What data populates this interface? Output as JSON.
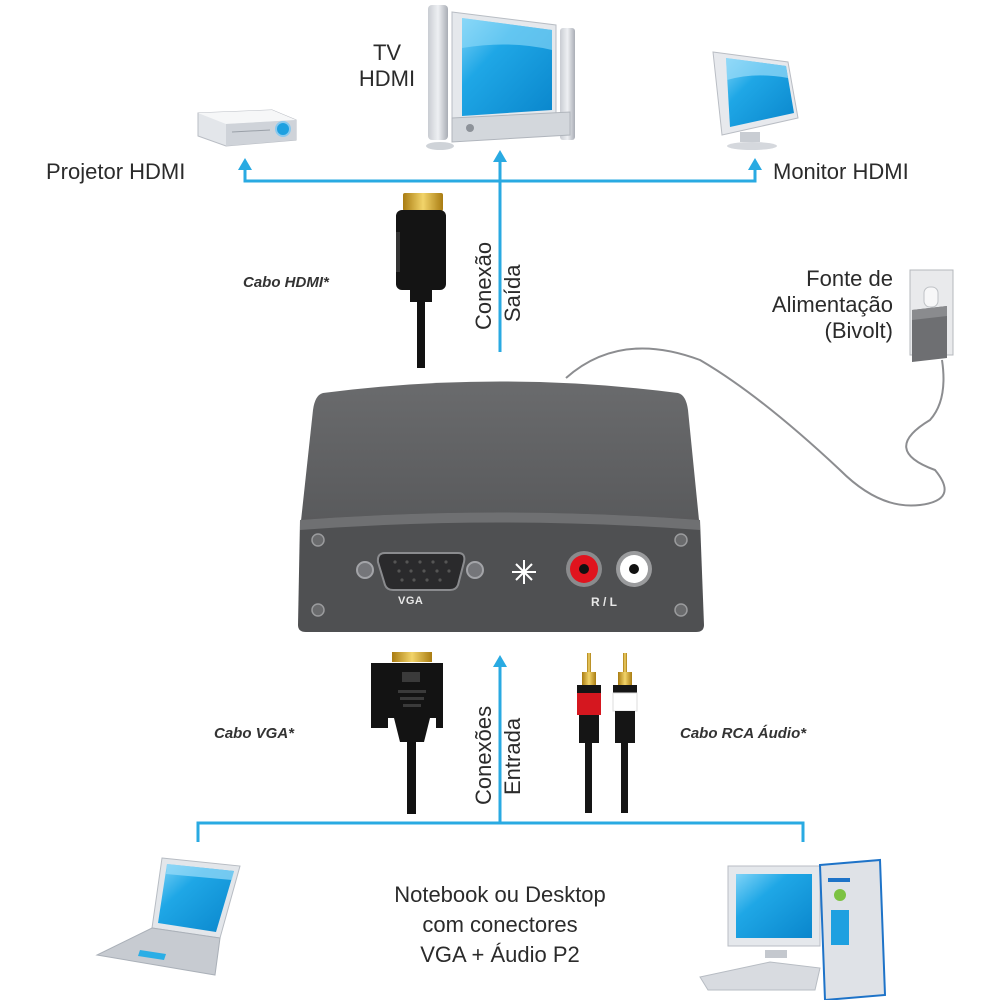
{
  "diagram": {
    "outputs": {
      "tv": {
        "label_line1": "TV",
        "label_line2": "HDMI"
      },
      "projector": {
        "label": "Projetor HDMI"
      },
      "monitor": {
        "label": "Monitor HDMI"
      }
    },
    "output_connection": {
      "line1": "Conexão",
      "line2": "Saída"
    },
    "hdmi_cable": {
      "label": "Cabo HDMI*"
    },
    "power_supply": {
      "line1": "Fonte de",
      "line2": "Alimentação",
      "line3": "(Bivolt)"
    },
    "converter": {
      "vga_port_label": "VGA",
      "audio_port_label": "R / L"
    },
    "vga_cable": {
      "label": "Cabo VGA*"
    },
    "rca_cable": {
      "label": "Cabo RCA Áudio*"
    },
    "input_connection": {
      "line1": "Conexões",
      "line2": "Entrada"
    },
    "source": {
      "line1": "Notebook ou Desktop",
      "line2": "com conectores",
      "line3": "VGA + Áudio P2"
    },
    "colors": {
      "connector_line": "#29aae2",
      "device_body": "#58595b",
      "screen_blue": "#1ea0e0",
      "rca_red": "#e0141e",
      "gold": "#d4a92a"
    }
  }
}
